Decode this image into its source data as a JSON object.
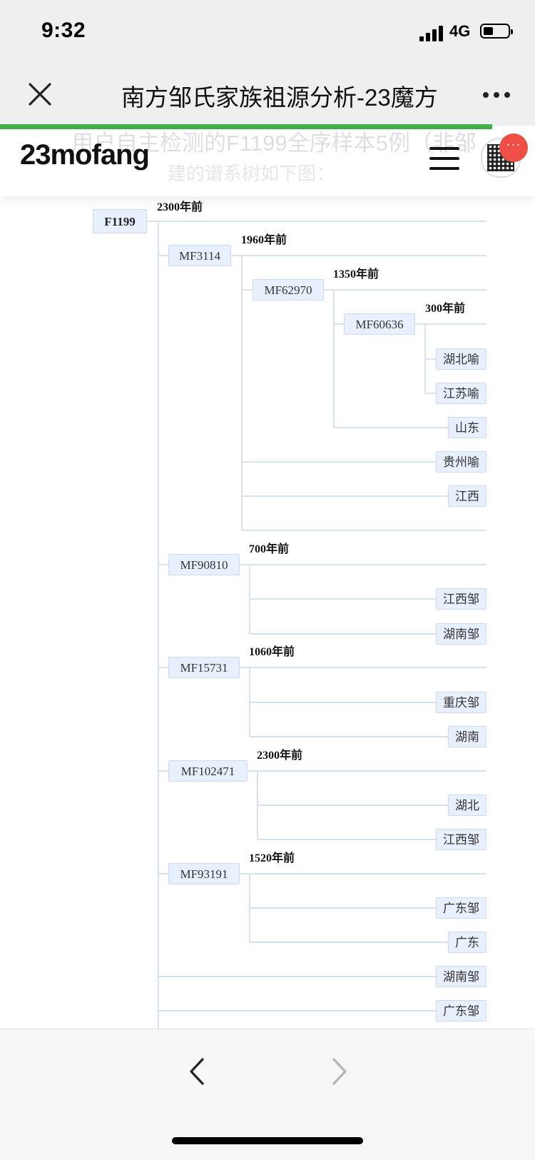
{
  "status_bar": {
    "time": "9:32",
    "network": "4G"
  },
  "nav_bar": {
    "title": "南方邹氏家族祖源分析-23魔方",
    "close_icon": "close-icon",
    "more_icon": "more-dots-icon"
  },
  "site_header": {
    "logo": "23mofang",
    "ghost_text_line1": "用户自主检测的F1199全序样本5例（非邹",
    "ghost_text_line2": "建的谱系树如下图：",
    "menu_icon": "hamburger-icon",
    "badge_label": "···"
  },
  "tree": {
    "root": {
      "label": "F1199",
      "age": "2300年前"
    },
    "branches": [
      {
        "label": "MF3114",
        "age": "1960年前"
      },
      {
        "label": "MF62970",
        "age": "1350年前"
      },
      {
        "label": "MF60636",
        "age": "300年前"
      },
      {
        "label": "MF90810",
        "age": "700年前"
      },
      {
        "label": "MF15731",
        "age": "1060年前"
      },
      {
        "label": "MF102471",
        "age": "2300年前"
      },
      {
        "label": "MF93191",
        "age": "1520年前"
      }
    ],
    "leaves": [
      "湖北喻",
      "江苏喻",
      "山东",
      "贵州喻",
      "江西",
      "江西邹",
      "湖南邹",
      "重庆邹",
      "湖南",
      "湖北",
      "江西邹",
      "广东邹",
      "广东",
      "湖南邹",
      "广东邹"
    ]
  },
  "bottom_bar": {
    "back_icon": "chevron-left-icon",
    "forward_icon": "chevron-right-icon"
  },
  "colors": {
    "progress": "#43b049",
    "node_bg": "#e8f0fe",
    "line": "#d5e2f1",
    "badge": "#ee4e45"
  }
}
